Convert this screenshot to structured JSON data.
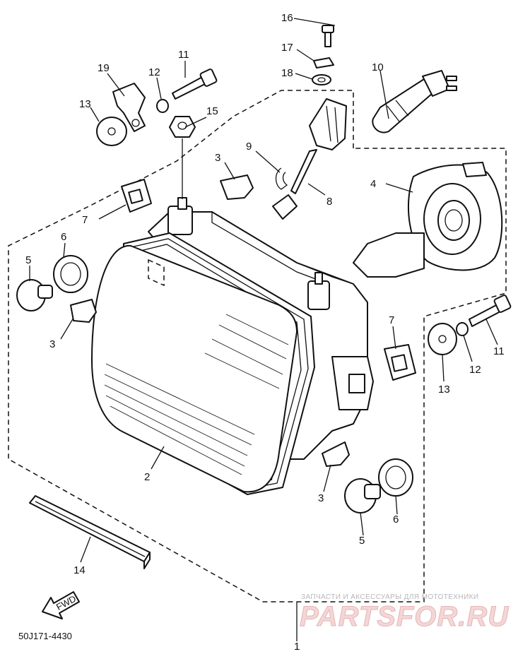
{
  "diagram": {
    "code": "50J171-4430",
    "direction_arrow": "FWD",
    "parts": {
      "p2": "2",
      "p3a": "3",
      "p3b": "3",
      "p3c": "3",
      "p4": "4",
      "p5a": "5",
      "p5b": "5",
      "p6a": "6",
      "p6b": "6",
      "p7a": "7",
      "p7b": "7",
      "p8": "8",
      "p9": "9",
      "p10": "10",
      "p11a": "11",
      "p11b": "11",
      "p12a": "12",
      "p12b": "12",
      "p13a": "13",
      "p13b": "13",
      "p14": "14",
      "p15": "15",
      "p16": "16",
      "p17": "17",
      "p18": "18",
      "p19": "19",
      "p1": "1"
    }
  },
  "watermark": {
    "tagline": "ЗАПЧАСТИ И АКСЕССУАРЫ ДЛЯ МОТОТЕХНИКИ",
    "brand": "PARTSFOR.RU"
  }
}
